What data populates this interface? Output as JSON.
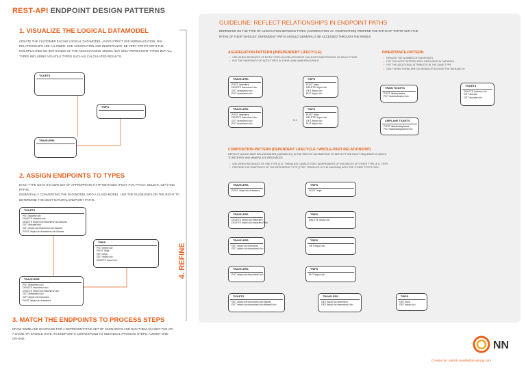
{
  "header": {
    "title_accent": "REST-API",
    "title_rest": "ENDPOINT DESIGN PATTERNS"
  },
  "left": {
    "s1": {
      "heading": "1. VISUALIZE THE LOGICAL DATAMODEL",
      "l1": "CREATE THE CUSTOMER FACING LOGICAL DATAMODEL. AVOID STRICT 3NF NORMALIZATION; N:M",
      "l2": "RELATIONSHIPS ARE ALLOWED. USE ASSOCIATION AND INHERITANCE. BE VERY STRICT WITH THE",
      "l3": "MULTIPLICITIES ON BOTH ENDS OF THE ASSOCIATIONS. MODEL NOT ONLY PERSISTENT TYPES BUT ALL",
      "l4": "TYPES INCLUDING VOLATILE TYPES SUCH AS CALCULATED RESULTS."
    },
    "s2": {
      "heading": "2. ASSIGN ENDPOINTS TO TYPES",
      "l1": "EACH TYPE GETS ITS OWN SET OF APPROPRIATE HTTP-METHODS (POST, PUT, PATCH, DELETE, GET) AND PATHS.",
      "l2": "ESSENTIALLY CONVERTING THE DATAMODEL INTO A CLASS-MODEL. USE THE GUIDELINES ON THE RIGHT TO",
      "l3": "DETERMINE THE MOST NATURAL ENDPOINT PATHS."
    },
    "s3": {
      "heading": "3. MATCH THE ENDPOINTS TO PROCESS STEPS",
      "l1": "DRAW SWIMLANE DIAGRAMS FOR A REPRESENTATIVE SET OF SCENARIO'S AND RUN THEM AGAINST THE API.",
      "l2": "A GOOD API SHOULD HAVE ITS ENDPOINTS CORRESPOND TO INDIVIDUAL PROCESS STEPS. ALMOST ONE-",
      "l3": "ON-ONE."
    },
    "refine": "4. REFINE",
    "dm": {
      "tickets": "TICKETS",
      "trips": "TRIPS",
      "travelers": "TRAVELERS"
    },
    "ep_tickets": {
      "title": "TICKETS",
      "lines": [
        "PUT /tickets/<id>",
        "DELETE /tickets/<id>",
        "DELETE /trips/<id>/travelers/<id>/tickets",
        "GET /tickets/<id>",
        "GET /trips/<id>/travelers/<id>/tickets",
        "POST /trips/<id>/travelers/<id>/tickets"
      ]
    },
    "ep_trips": {
      "title": "TRIPS",
      "lines": [
        "PUT /trips/<id>",
        "POST /trips",
        "GET /trips",
        "GET /trips/<id>",
        "DELETE /trips/<id>"
      ]
    },
    "ep_travelers": {
      "title": "TRAVELERS",
      "lines": [
        "PUT /travelers/<id>",
        "DELETE /travelers/<id>",
        "DELETE /trips/<id>/travelers/<id>",
        "GET /travelers/<id>",
        "GET /trips/<id>/travelers",
        "POST /trips/<id>/travelers"
      ]
    }
  },
  "right": {
    "heading": "GUIDELINE: REFLECT RELATIONSHIPS IN ENDPOINT PATHS",
    "intro1": "DEPENDING ON THE TYPE OF ASSOCIATION BETWEEN TYPES (AGGREGATION VS. COMPOSITION) PREPEND THE PATHS OF 'PARTS' WITH THE",
    "intro2": "PATHS OF THEIR 'WHOLES'. DEPENDENT PARTS SHOULD GENERALLY BE ACCESSED THROUGH THE WHOLE.",
    "agg": {
      "heading": "AGGREGATION-PATTERN (INDEPENDENT LIFECYCLE)",
      "b1": "USE WHEN INSTANCES OF BOTH TYPES IN A RELATIONSHIP CAN EXIST INDEPENDENT OF EACH OTHER",
      "b2": "PUT THE ENDPOINTS OF BOTH TYPES IN THEIR OWN NAMESPACE/PATH",
      "trav1": {
        "title": "TRAVELERS",
        "lines": [
          "POST /travelers",
          "DELETE /travelers/<id>",
          "GET /travelers/<id>",
          "PUT /travelers/<id>"
        ]
      },
      "trips1": {
        "title": "TRIPS",
        "lines": [
          "POST /trips",
          "DELETE /trips/<id>",
          "GET /trips/<id>",
          "PUT /trips/<id>"
        ]
      },
      "trav2": {
        "title": "TRAVELERS",
        "lines": [
          "POST /travelers",
          "DELETE /travelers/<id>",
          "GET /travelers/<id>",
          "PUT /travelers/<id>"
        ]
      },
      "trips2": {
        "title": "TRIPS",
        "lines": [
          "POST /trips",
          "DELETE /trips/<id>",
          "GET /trips/<id>",
          "PUT /trips/<id>"
        ]
      },
      "mult": "0..1"
    },
    "inh": {
      "heading": "INHERITANCE-PATTERN",
      "b0": "REDUCE THE NUMBER OF ENDPOINTS",
      "b1": "PUT THE MOST PATTERN PATH RESOURCE IN DATAPATH",
      "b2": "PUT THE ADDITIONAL ATTRIBUTES IN THE SAME TYPE",
      "b3": "ONLY WHEN THERE ARE NO BEHAVIOR ACROSS THE HIERARCHY",
      "tickets": {
        "title": "TICKETS",
        "lines": [
          "DELETE /tickets/<id>",
          "GET /tickets",
          "GET /tickets/<id>"
        ]
      },
      "train": {
        "title": "TRAIN TICKETS",
        "lines": [
          "POST /tickets/trains",
          "PUT /tickets/trains/<id>"
        ]
      },
      "air": {
        "title": "AIRPLANE TICKETS",
        "lines": [
          "POST /tickets/airplanes",
          "PUT /tickets/airplanes/<id>"
        ]
      }
    },
    "comp": {
      "heading": "COMPOSITION-PATTERN (DEPENDENT LIFECYCLE / WHOLE-PART RELATIONSHIP)",
      "p1": "REFLECT WHOLE-PART RELATIONSHIPS (HIERARCHY) IN THE PATH OF AN ENDPOINT TO REFLECT THE RIGHT SEQUENCE IN WHICH",
      "p2": "TO RETRIEVE AND MANIPULATE RESOURCES",
      "b1": "USE WHEN INSTANCES OF ONE TYPE (E.G. TRAVELER) CANNOT EXIST INDEPENDENT OF INSTANCES OF OTHER TYPE (E.G. TRIP)",
      "b2": "PREPEND THE ENDPOINTS OF THE DEPENDENT TYPE (TYPE: TRAVELER IN THE DIAGRAM) WITH THE OTHER TYPE'S PATH",
      "rows": [
        {
          "left": {
            "title": "TRAVELERS",
            "lines": [
              "POST /trips/<id>/travelers"
            ]
          },
          "right": {
            "title": "TRIPS",
            "lines": [
              "POST /trips"
            ]
          }
        },
        {
          "left": {
            "title": "TRAVELERS",
            "lines": [
              "DELETE /trips/<id>/travelers",
              "DELETE /trips/<id>/travelers/<id>"
            ]
          },
          "right": {
            "title": "TRIPS",
            "lines": [
              "DELETE /trips/<id>"
            ]
          }
        },
        {
          "left": {
            "title": "TRAVELERS",
            "lines": [
              "GET /trips/<id>/travelers",
              "GET /trips/<id>/travelers/<id>"
            ]
          },
          "right": {
            "title": "TRIPS",
            "lines": [
              "GET /trips/<id>"
            ]
          }
        },
        {
          "left": {
            "title": "TRAVELERS",
            "lines": [
              "PUT /trips/<id>/travelers/<id>"
            ]
          },
          "right": {
            "title": "TRIPS",
            "lines": [
              "PUT /trips/<id>"
            ]
          }
        }
      ],
      "chain": {
        "tickets": {
          "title": "TICKETS",
          "lines": [
            "GET /trips/<id>/travelers/<id>/tickets",
            "GET /trips/<id>/travelers/<id>/tickets/<id>"
          ]
        },
        "travelers": {
          "title": "TRAVELERS",
          "lines": [
            "GET /trips/<id>/travelers",
            "GET /trips/<id>/travelers/<id>"
          ]
        },
        "trips": {
          "title": "TRIPS",
          "lines": [
            "GET /trips",
            "GET /trips/<id>"
          ]
        }
      }
    }
  },
  "footer": {
    "logo_text": "NN",
    "credit": "Created by: patrick.savalle@nn-group.com"
  },
  "colors": {
    "accent": "#e8601c",
    "panel": "#f0f0f0"
  }
}
